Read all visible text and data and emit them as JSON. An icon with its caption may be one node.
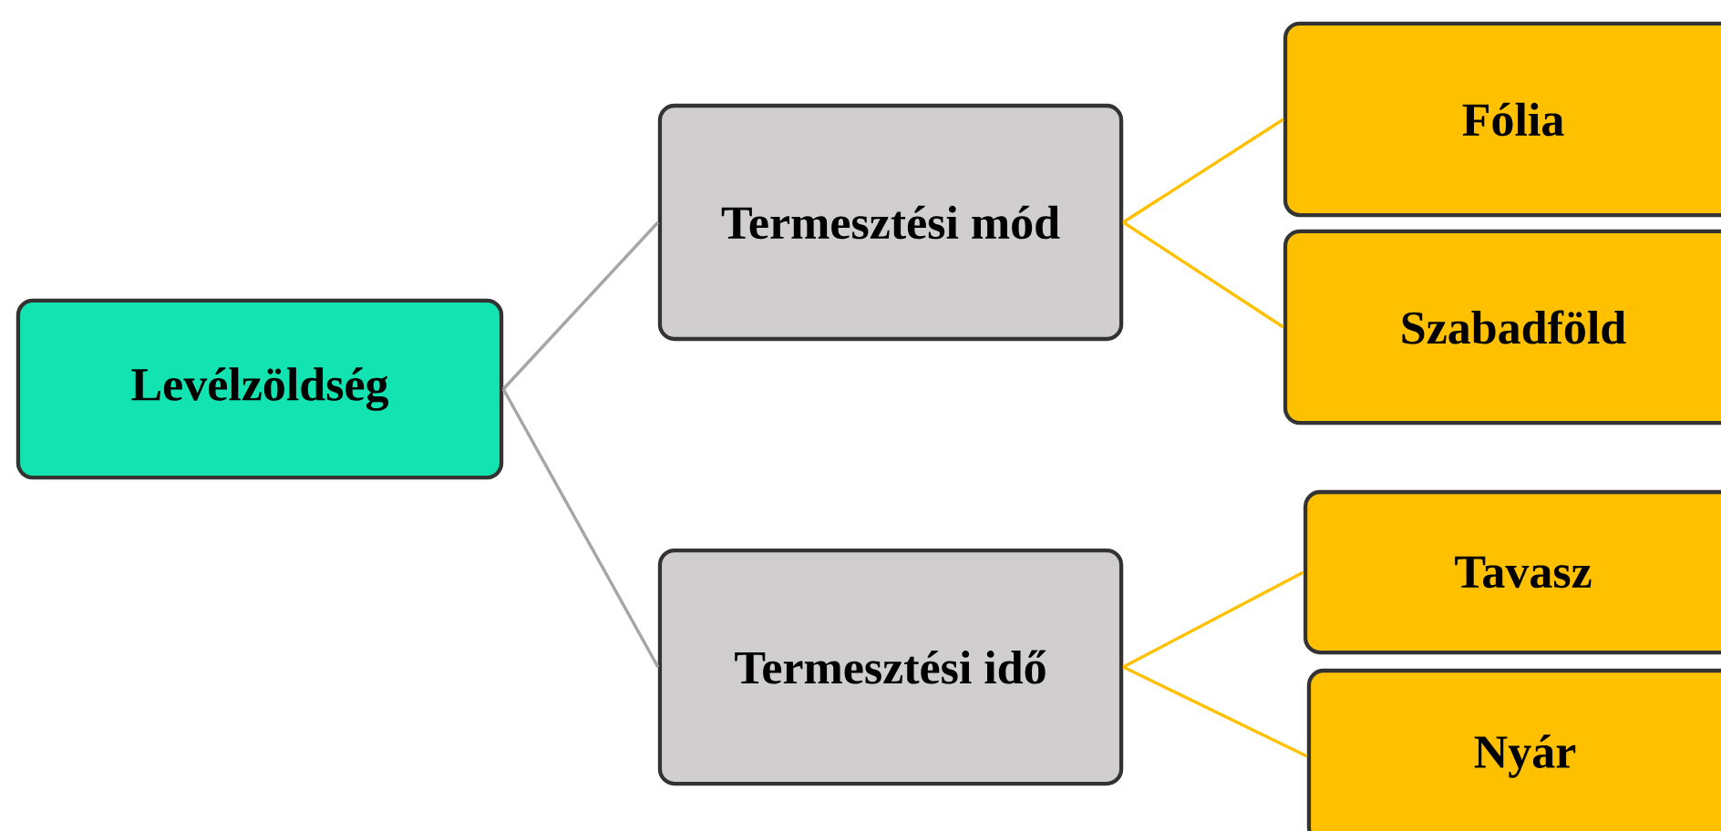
{
  "diagram": {
    "nodes": [
      {
        "text": [
          "Levélzöldség"
        ]
      },
      {
        "text": [
          "Termesztési mód"
        ]
      },
      {
        "text": [
          "Termesztési idő"
        ]
      },
      {
        "text": [
          "Fólia"
        ]
      },
      {
        "text": [
          "Szabadföld"
        ]
      },
      {
        "text": [
          "Tavasz"
        ]
      },
      {
        "text": [
          "Nyár"
        ]
      }
    ],
    "edges": [
      {
        "from": 0,
        "to": 1,
        "arrow": "none",
        "color": "#a6a6a6"
      },
      {
        "from": 0,
        "to": 2,
        "arrow": "none",
        "color": "#a6a6a6"
      },
      {
        "from": 1,
        "to": 3,
        "arrow": "none"
      },
      {
        "from": 1,
        "to": 4,
        "arrow": "none"
      },
      {
        "from": 2,
        "to": 5,
        "arrow": "none"
      },
      {
        "from": 2,
        "to": 6,
        "arrow": "none"
      }
    ]
  }
}
